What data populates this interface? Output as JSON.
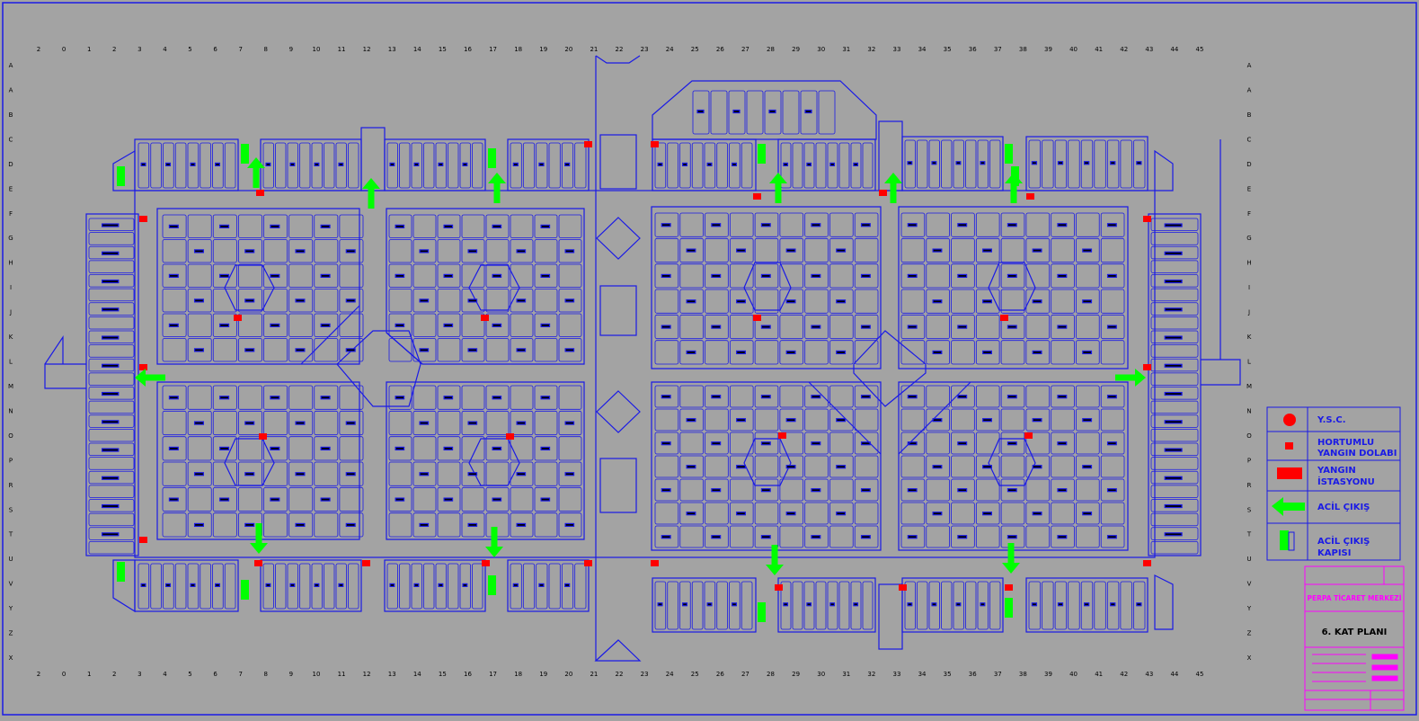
{
  "colors": {
    "background": "#a3a3a3",
    "linework": "#1a1ae6",
    "fire_equipment": "#ff0000",
    "exit_arrow": "#00ff00",
    "title_block": "#ff00ff",
    "tick_text": "#000000"
  },
  "grid": {
    "columns": [
      "2",
      "0",
      "1",
      "2",
      "3",
      "4",
      "5",
      "6",
      "7",
      "8",
      "9",
      "10",
      "11",
      "12",
      "13",
      "14",
      "15",
      "16",
      "17",
      "18",
      "19",
      "20",
      "21",
      "22",
      "23",
      "24",
      "25",
      "26",
      "27",
      "28",
      "29",
      "30",
      "31",
      "32",
      "33",
      "34",
      "35",
      "36",
      "37",
      "38",
      "39",
      "40",
      "41",
      "42",
      "43",
      "44",
      "45"
    ],
    "rows": [
      "A",
      "A",
      "B",
      "C",
      "D",
      "E",
      "F",
      "G",
      "H",
      "I",
      "J",
      "K",
      "L",
      "M",
      "N",
      "O",
      "P",
      "R",
      "S",
      "T",
      "U",
      "V",
      "Y",
      "Z",
      "X"
    ]
  },
  "legend": {
    "items": [
      {
        "symbol": "circle",
        "label_lines": [
          "Y.S.C."
        ]
      },
      {
        "symbol": "small-square",
        "label_lines": [
          "HORTUMLU",
          "YANGIN DOLABI"
        ]
      },
      {
        "symbol": "rectangle",
        "label_lines": [
          "YANGIN",
          "İSTASYONU"
        ]
      },
      {
        "symbol": "arrow-left",
        "label_lines": [
          "ACİL ÇIKIŞ"
        ]
      },
      {
        "symbol": "door",
        "label_lines": [
          "ACİL ÇIKIŞ",
          "KAPISI"
        ]
      }
    ]
  },
  "title_block": {
    "project": "PERPA TİCARET MERKEZİ",
    "sheet_title": "6. KAT PLANI"
  }
}
